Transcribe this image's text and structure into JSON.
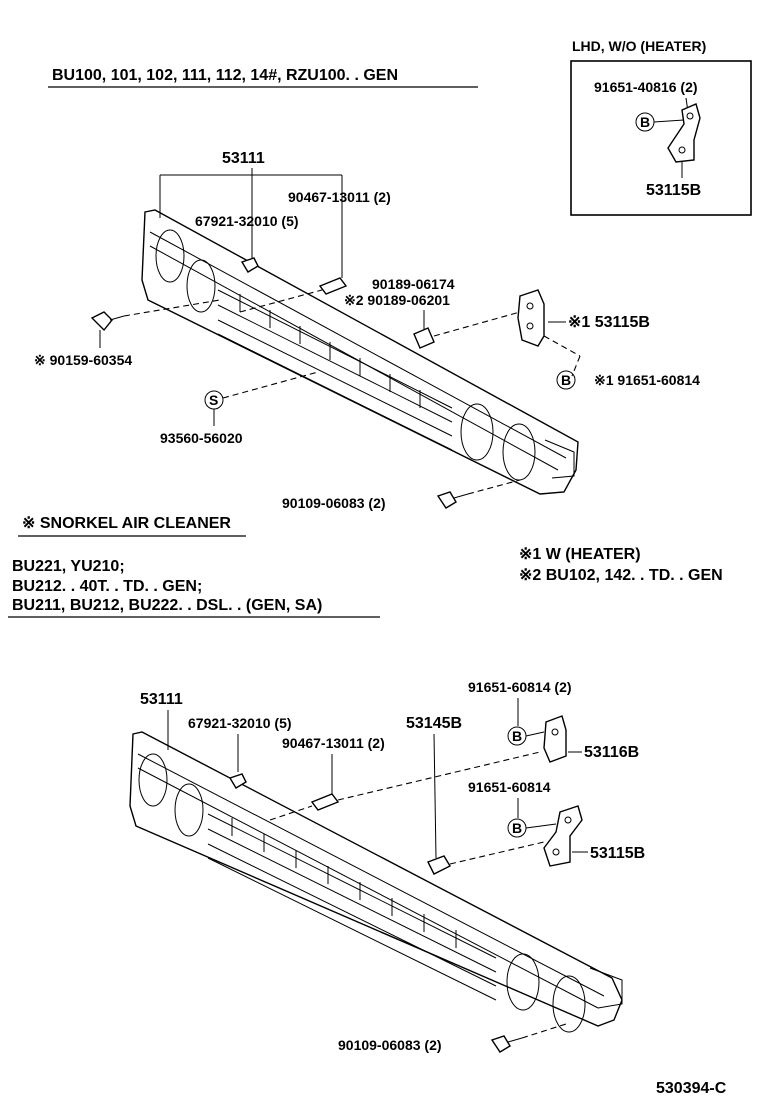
{
  "top": {
    "heading": "BU100, 101, 102, 111, 112, 14#, RZU100. . GEN",
    "inset_title": "LHD, W/O (HEATER)",
    "inset_bolt": "91651-40816 (2)",
    "inset_marker": "B",
    "inset_bracket": "53115B",
    "grille": "53111",
    "clip_a": "67921-32010 (5)",
    "clip_b": "90467-13011 (2)",
    "nut_a": "90189-06174",
    "nut_b": "※2 90189-06201",
    "bracket": "※1 53115B",
    "marker_b": "B",
    "bolt_b": "※1 91651-60814",
    "screw_left": "※ 90159-60354",
    "marker_s": "S",
    "clip_s": "93560-56020",
    "bolt_bottom": "90109-06083 (2)"
  },
  "middle": {
    "snorkel_title": "※ SNORKEL AIR CLEANER",
    "models_1": "BU221, YU210;",
    "models_2": "BU212. . 40T. . TD. . GEN;",
    "models_3": "BU211, BU212, BU222. . DSL. . (GEN, SA)",
    "note_1": "※1  W (HEATER)",
    "note_2": "※2  BU102, 142. . TD. . GEN"
  },
  "bottom": {
    "grille": "53111",
    "clip_a": "67921-32010 (5)",
    "clip_b": "90467-13011 (2)",
    "clip_c": "53145B",
    "bolt_a": "91651-60814 (2)",
    "marker_b1": "B",
    "bracket_a": "53116B",
    "bolt_b": "91651-60814",
    "marker_b2": "B",
    "bracket_b": "53115B",
    "bolt_bottom": "90109-06083 (2)"
  },
  "footer": {
    "code": "530394-C"
  }
}
